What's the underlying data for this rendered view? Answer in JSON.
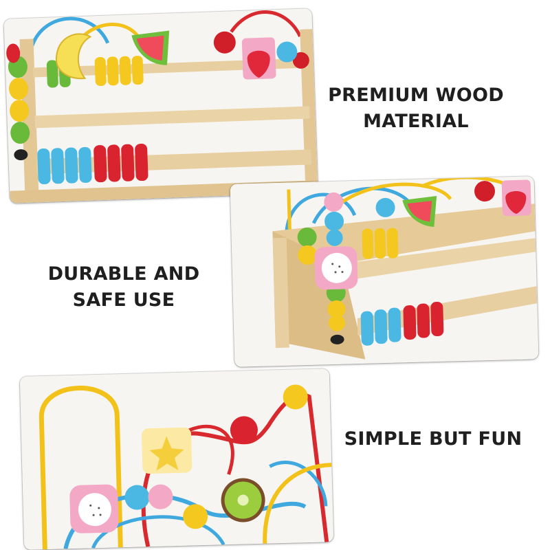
{
  "captions": {
    "premium": [
      "PREMIUM WOOD",
      "MATERIAL"
    ],
    "durable": [
      "DURABLE AND",
      "SAFE USE"
    ],
    "simple": [
      "SIMPLE BUT FUN"
    ]
  },
  "photos": {
    "top": "wooden-abacus-bead-frame",
    "middle": "bead-maze-corner-closeup",
    "bottom": "bead-maze-wires-closeup"
  },
  "colors": {
    "wood": "#e8cfa1",
    "bead_blue": "#4ab8e3",
    "bead_red": "#d9232e",
    "bead_yellow": "#f5c81f",
    "bead_green": "#69b93a",
    "bead_pink": "#f3a9c6",
    "wire_blue": "#3fa9df",
    "wire_red": "#d8292e",
    "wire_yellow": "#f2c21b"
  }
}
